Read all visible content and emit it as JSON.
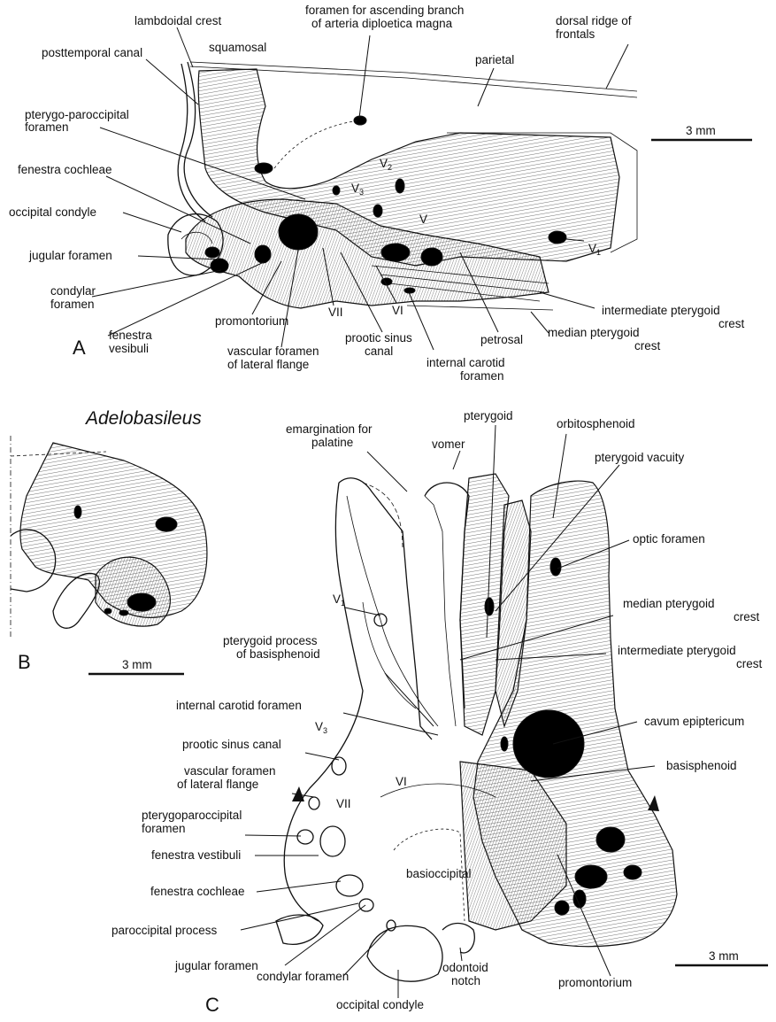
{
  "panels": {
    "a": "A",
    "b": "B",
    "c": "C"
  },
  "genus": "Adelobasileus",
  "scale": {
    "a": "3 mm",
    "b": "3 mm",
    "c": "3 mm"
  },
  "labels_a": {
    "lambdoidal_crest": "lambdoidal crest",
    "foramen_ascending_1": "foramen for ascending branch",
    "foramen_ascending_2": "of arteria diploetica magna",
    "dorsal_ridge_1": "dorsal ridge of",
    "dorsal_ridge_2": "frontals",
    "posttemporal_canal": "posttemporal canal",
    "squamosal": "squamosal",
    "parietal": "parietal",
    "pterygo_paroccipital_1": "pterygo-paroccipital",
    "pterygo_paroccipital_2": "foramen",
    "fenestra_cochleae": "fenestra cochleae",
    "occipital_condyle": "occipital condyle",
    "jugular_foramen": "jugular foramen",
    "condylar_1": "condylar",
    "condylar_2": "foramen",
    "fenestra_vesibuli_1": "fenestra",
    "fenestra_vesibuli_2": "vesibuli",
    "promontorium": "promontorium",
    "vascular_1": "vascular foramen",
    "vascular_2": "of lateral flange",
    "vii": "VII",
    "vi": "VI",
    "prootic_1": "prootic sinus",
    "prootic_2": "canal",
    "internal_carotid_1": "internal carotid",
    "internal_carotid_2": "foramen",
    "petrosal": "petrosal",
    "median_ptery_1": "median pterygoid",
    "median_ptery_2": "crest",
    "intermediate_ptery_1": "intermediate pterygoid",
    "intermediate_ptery_2": "crest",
    "v": "V",
    "v_sub2": "2",
    "v_sub3": "3",
    "v_sub1": "1"
  },
  "labels_c": {
    "emargination_1": "emargination for",
    "emargination_2": "palatine",
    "vomer": "vomer",
    "pterygoid": "pterygoid",
    "orbitosphenoid": "orbitosphenoid",
    "pterygoid_vacuity": "pterygoid vacuity",
    "optic_foramen": "optic foramen",
    "median_ptery_1": "median pterygoid",
    "median_ptery_2": "crest",
    "intermediate_ptery_1": "intermediate pterygoid",
    "intermediate_ptery_2": "crest",
    "cavum": "cavum epiptericum",
    "basisphenoid": "basisphenoid",
    "v": "V",
    "v_sub1": "1",
    "v_sub3": "3",
    "ptery_process_1": "pterygoid process",
    "ptery_process_2": "of basisphenoid",
    "internal_carotid": "internal carotid foramen",
    "prootic": "prootic sinus canal",
    "vascular_1": "vascular foramen",
    "vascular_2": "of lateral flange",
    "vi": "VI",
    "vii": "VII",
    "pterygoparoccipital_1": "pterygoparoccipital",
    "pterygoparoccipital_2": "foramen",
    "fenestra_vestibuli": "fenestra vestibuli",
    "fenestra_cochleae": "fenestra cochleae",
    "paroccipital": "paroccipital process",
    "basioccipital": "basioccipital",
    "jugular": "jugular foramen",
    "condylar": "condylar foramen",
    "odontoid_1": "odontoid",
    "odontoid_2": "notch",
    "occipital_condyle": "occipital condyle",
    "promontorium": "promontorium"
  }
}
